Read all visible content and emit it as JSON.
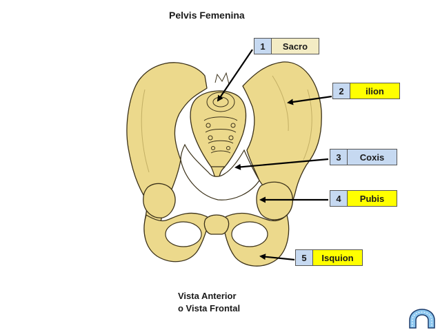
{
  "title": "Pelvis Femenina",
  "caption": {
    "line1": "Vista Anterior",
    "line2": "o Vista Frontal"
  },
  "labels": [
    {
      "number": "1",
      "name": "Sacro"
    },
    {
      "number": "2",
      "name": "ilion"
    },
    {
      "number": "3",
      "name": "Coxis"
    },
    {
      "number": "4",
      "name": "Pubis"
    },
    {
      "number": "5",
      "name": "Isquion"
    }
  ],
  "colors": {
    "bone": "#ecd98c",
    "bone_outline": "#3a3018",
    "number_box": "#c6d9f1",
    "highlight": "#ffff00",
    "sacro_box": "#f3ecc4"
  },
  "icons": {
    "nav": "arch-return-icon"
  }
}
